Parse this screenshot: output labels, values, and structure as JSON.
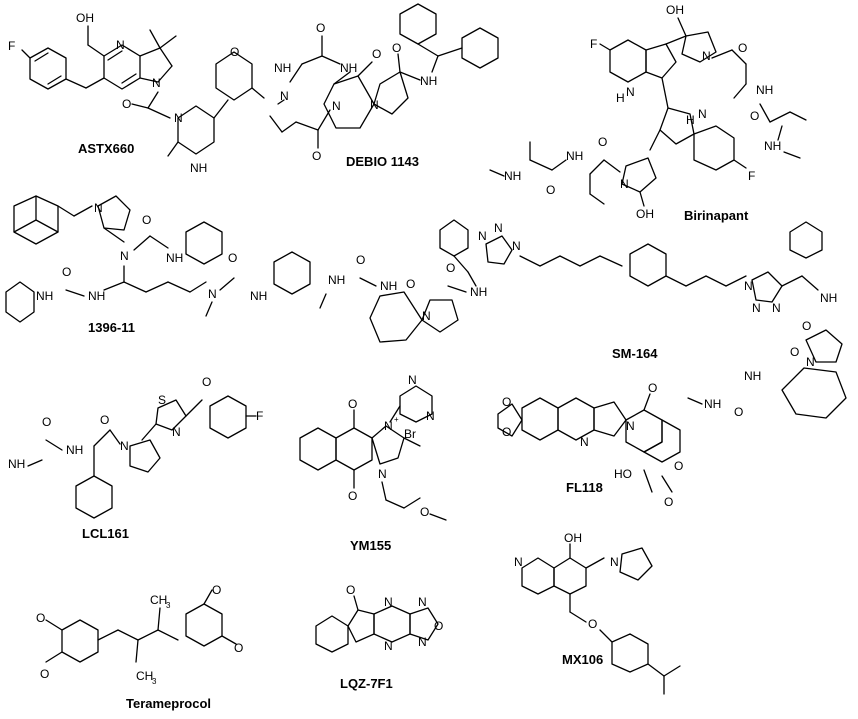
{
  "compounds": [
    {
      "name": "ASTX660"
    },
    {
      "name": "DEBIO 1143"
    },
    {
      "name": "Birinapant"
    },
    {
      "name": "1396-11"
    },
    {
      "name": "SM-164"
    },
    {
      "name": "LCL161"
    },
    {
      "name": "YM155"
    },
    {
      "name": "FL118"
    },
    {
      "name": "MX106"
    },
    {
      "name": "Terameprocol"
    },
    {
      "name": "LQZ-7F1"
    }
  ],
  "atoms": {
    "F": "F",
    "OH": "OH",
    "N": "N",
    "O": "O",
    "H": "H",
    "NH": "NH",
    "HO": "HO",
    "S": "S",
    "Br": "Br",
    "plus": "+",
    "CH": "CH",
    "three": "3"
  }
}
